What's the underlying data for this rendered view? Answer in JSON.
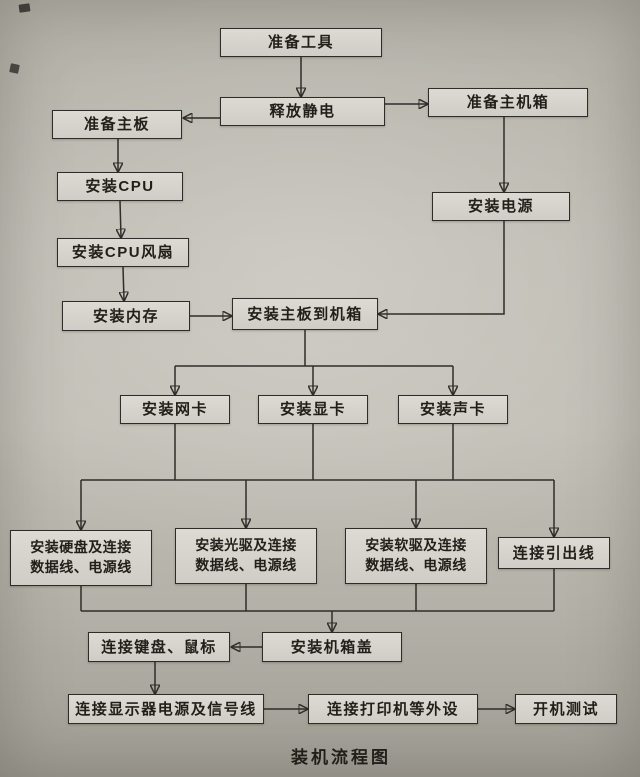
{
  "colors": {
    "paper": "#bcb9b0",
    "box_fill": "#d8d6cf",
    "ink": "#2e2c29"
  },
  "caption": "装机流程图",
  "nodes": {
    "prepare_tools": "准备工具",
    "release_static": "释放静电",
    "prepare_case": "准备主机箱",
    "prepare_motherboard": "准备主板",
    "install_cpu": "安装CPU",
    "install_cpu_fan": "安装CPU风扇",
    "install_memory": "安装内存",
    "install_power": "安装电源",
    "install_mobo_to_case": "安装主板到机箱",
    "install_nic": "安装网卡",
    "install_gpu": "安装显卡",
    "install_sound": "安装声卡",
    "install_hdd": "安装硬盘及连接\n数据线、电源线",
    "install_odd": "安装光驱及连接\n数据线、电源线",
    "install_fdd": "安装软驱及连接\n数据线、电源线",
    "connect_leads": "连接引出线",
    "connect_kb_mouse": "连接键盘、鼠标",
    "install_case_cover": "安装机箱盖",
    "connect_monitor": "连接显示器电源及信号线",
    "connect_printer": "连接打印机等外设",
    "power_on_test": "开机测试"
  },
  "edges": [
    {
      "from": "准备工具",
      "to": "释放静电"
    },
    {
      "from": "释放静电",
      "to": "准备主板"
    },
    {
      "from": "释放静电",
      "to": "准备主机箱"
    },
    {
      "from": "准备主板",
      "to": "安装CPU"
    },
    {
      "from": "安装CPU",
      "to": "安装CPU风扇"
    },
    {
      "from": "安装CPU风扇",
      "to": "安装内存"
    },
    {
      "from": "准备主机箱",
      "to": "安装电源"
    },
    {
      "from": "安装内存",
      "to": "安装主板到机箱"
    },
    {
      "from": "安装电源",
      "to": "安装主板到机箱"
    },
    {
      "from": "安装主板到机箱",
      "to": "安装网卡"
    },
    {
      "from": "安装主板到机箱",
      "to": "安装显卡"
    },
    {
      "from": "安装主板到机箱",
      "to": "安装声卡"
    },
    {
      "from": [
        "安装网卡",
        "安装显卡",
        "安装声卡"
      ],
      "to": [
        "安装硬盘及连接数据线、电源线",
        "安装光驱及连接数据线、电源线",
        "安装软驱及连接数据线、电源线",
        "连接引出线"
      ],
      "type": "merge-branch"
    },
    {
      "from": [
        "安装硬盘及连接数据线、电源线",
        "安装光驱及连接数据线、电源线",
        "安装软驱及连接数据线、电源线",
        "连接引出线"
      ],
      "to": "安装机箱盖",
      "type": "merge"
    },
    {
      "from": "安装机箱盖",
      "to": "连接键盘、鼠标"
    },
    {
      "from": "连接键盘、鼠标",
      "to": "连接显示器电源及信号线"
    },
    {
      "from": "连接显示器电源及信号线",
      "to": "连接打印机等外设"
    },
    {
      "from": "连接打印机等外设",
      "to": "开机测试"
    }
  ]
}
